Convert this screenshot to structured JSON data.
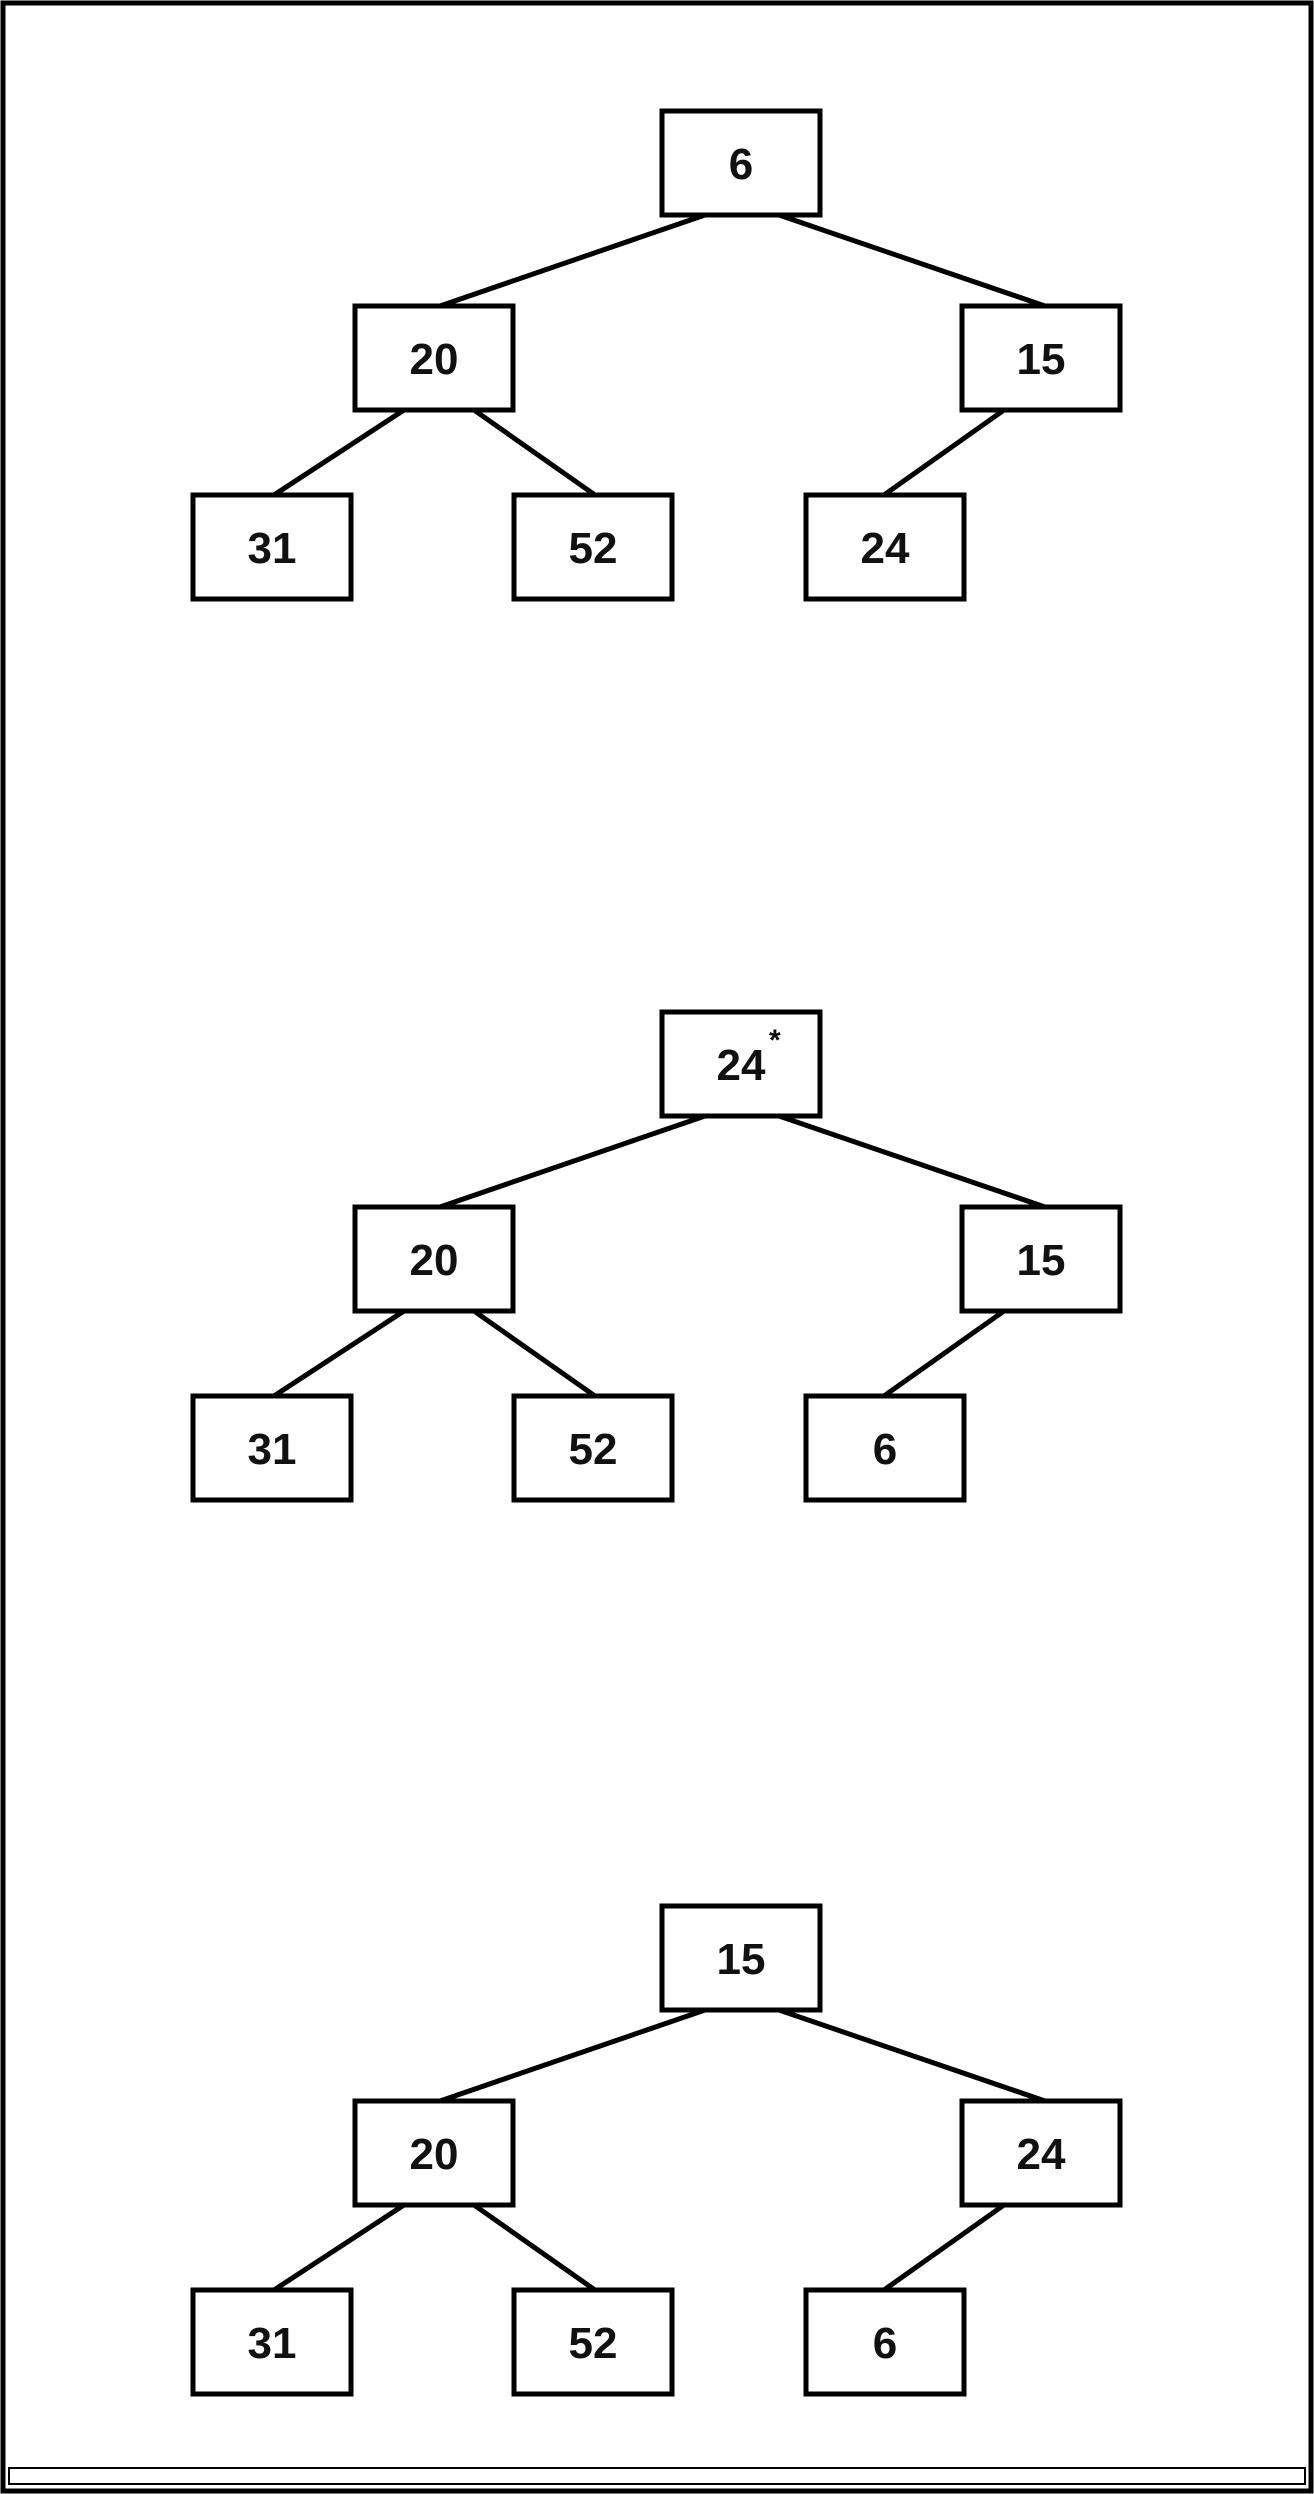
{
  "trees": [
    {
      "id": "tree-1",
      "nodes": [
        {
          "id": "root",
          "label": "6",
          "marker": ""
        },
        {
          "id": "left",
          "label": "20",
          "marker": ""
        },
        {
          "id": "right",
          "label": "15",
          "marker": ""
        },
        {
          "id": "left-left",
          "label": "31",
          "marker": ""
        },
        {
          "id": "left-right",
          "label": "52",
          "marker": ""
        },
        {
          "id": "right-left",
          "label": "24",
          "marker": ""
        }
      ]
    },
    {
      "id": "tree-2",
      "nodes": [
        {
          "id": "root",
          "label": "24",
          "marker": "*"
        },
        {
          "id": "left",
          "label": "20",
          "marker": ""
        },
        {
          "id": "right",
          "label": "15",
          "marker": ""
        },
        {
          "id": "left-left",
          "label": "31",
          "marker": ""
        },
        {
          "id": "left-right",
          "label": "52",
          "marker": ""
        },
        {
          "id": "right-left",
          "label": "6",
          "marker": ""
        }
      ]
    },
    {
      "id": "tree-3",
      "nodes": [
        {
          "id": "root",
          "label": "15",
          "marker": ""
        },
        {
          "id": "left",
          "label": "20",
          "marker": ""
        },
        {
          "id": "right",
          "label": "24",
          "marker": ""
        },
        {
          "id": "left-left",
          "label": "31",
          "marker": ""
        },
        {
          "id": "left-right",
          "label": "52",
          "marker": ""
        },
        {
          "id": "right-left",
          "label": "6",
          "marker": ""
        }
      ]
    }
  ],
  "edges": [
    {
      "from": "root",
      "to": "left"
    },
    {
      "from": "root",
      "to": "right"
    },
    {
      "from": "left",
      "to": "left-left"
    },
    {
      "from": "left",
      "to": "left-right"
    },
    {
      "from": "right",
      "to": "right-left"
    }
  ],
  "colors": {
    "stroke": "#000000",
    "text": "#111111",
    "background": "#ffffff"
  }
}
